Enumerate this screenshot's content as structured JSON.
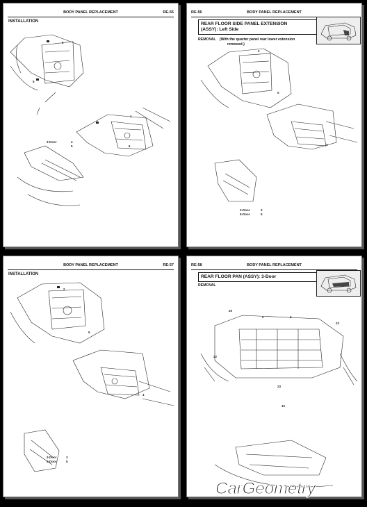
{
  "pages": [
    {
      "header_left": "",
      "header_center": "BODY PANEL REPLACEMENT",
      "header_right": "RE-55",
      "section": "INSTALLATION",
      "callouts": [
        "2",
        "5",
        "1",
        "6",
        "3-Door",
        "4",
        "5"
      ]
    },
    {
      "header_left": "RE-56",
      "header_center": "BODY PANEL REPLACEMENT",
      "header_right": "",
      "title_line1": "REAR FLOOR SIDE PANEL EXTENSION",
      "title_line2": "(ASSY): Left Side",
      "removal_label": "REMOVAL",
      "removal_note_line1": "(With the quarter panel rear lower extension",
      "removal_note_line2": "removed.)",
      "callouts": [
        "2",
        "5",
        "4",
        "3-Door",
        "5-Door",
        "3",
        "5"
      ]
    },
    {
      "header_left": "",
      "header_center": "BODY PANEL REPLACEMENT",
      "header_right": "RE-57",
      "section": "INSTALLATION",
      "callouts": [
        "2",
        "5",
        "4",
        "3-Door",
        "5-Door",
        "3",
        "5"
      ]
    },
    {
      "header_left": "RE-58",
      "header_center": "BODY PANEL REPLACEMENT",
      "header_right": "",
      "title_line1": "REAR FLOOR PAN (ASSY): 3-Door",
      "removal_label": "REMOVAL",
      "callouts": [
        "20",
        "2",
        "2",
        "23",
        "22",
        "23",
        "10"
      ]
    }
  ],
  "logo_text": "CarGeometry",
  "colors": {
    "page": "#ffffff",
    "ink": "#111111",
    "background": "#000000"
  }
}
